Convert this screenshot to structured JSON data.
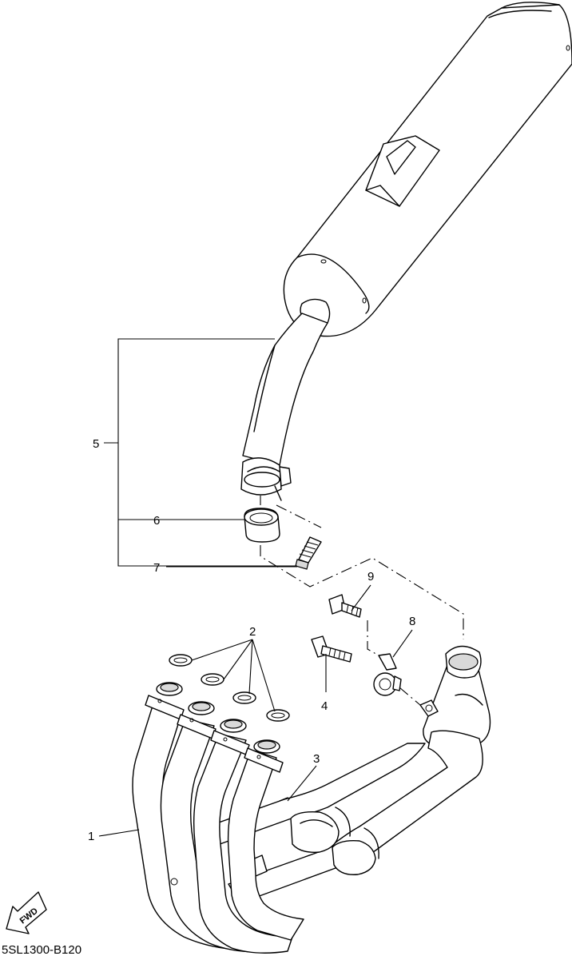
{
  "diagram": {
    "code": "5SL1300-B120",
    "fwd_label": "FWD",
    "callouts": [
      {
        "id": "1",
        "label": "1"
      },
      {
        "id": "2",
        "label": "2"
      },
      {
        "id": "3",
        "label": "3"
      },
      {
        "id": "4",
        "label": "4"
      },
      {
        "id": "5",
        "label": "5"
      },
      {
        "id": "6",
        "label": "6"
      },
      {
        "id": "7",
        "label": "7"
      },
      {
        "id": "8",
        "label": "8"
      },
      {
        "id": "9",
        "label": "9"
      }
    ]
  }
}
